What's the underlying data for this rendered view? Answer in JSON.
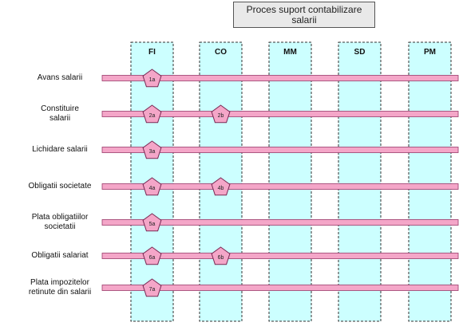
{
  "title": "Proces suport contabilizare salarii",
  "columns": [
    {
      "label": "FI"
    },
    {
      "label": "CO"
    },
    {
      "label": "MM"
    },
    {
      "label": "SD"
    },
    {
      "label": "PM"
    }
  ],
  "rows": [
    {
      "label_lines": [
        "Avans salarii"
      ],
      "steps": [
        {
          "col": 0,
          "label": "1a"
        }
      ]
    },
    {
      "label_lines": [
        "Constituire",
        "salarii"
      ],
      "steps": [
        {
          "col": 0,
          "label": "2a"
        },
        {
          "col": 1,
          "label": "2b"
        }
      ]
    },
    {
      "label_lines": [
        "Lichidare salarii"
      ],
      "steps": [
        {
          "col": 0,
          "label": "3a"
        }
      ]
    },
    {
      "label_lines": [
        "Obligatii societate"
      ],
      "steps": [
        {
          "col": 0,
          "label": "4a"
        },
        {
          "col": 1,
          "label": "4b"
        }
      ]
    },
    {
      "label_lines": [
        "Plata obligatiilor",
        "societatii"
      ],
      "steps": [
        {
          "col": 0,
          "label": "5a"
        }
      ]
    },
    {
      "label_lines": [
        "Obligatii salariat"
      ],
      "steps": [
        {
          "col": 0,
          "label": "6a"
        },
        {
          "col": 1,
          "label": "6b"
        }
      ]
    },
    {
      "label_lines": [
        "Plata impozitelor",
        "retinute din salarii"
      ],
      "steps": [
        {
          "col": 0,
          "label": "7a"
        }
      ]
    }
  ],
  "colors": {
    "column_fill": "#ccffff",
    "column_border": "#333333",
    "bar_fill": "#f4a6c8",
    "bar_border": "#9a3a6a",
    "pentagon_fill": "#f4a6c8",
    "pentagon_border": "#7a2a55"
  }
}
